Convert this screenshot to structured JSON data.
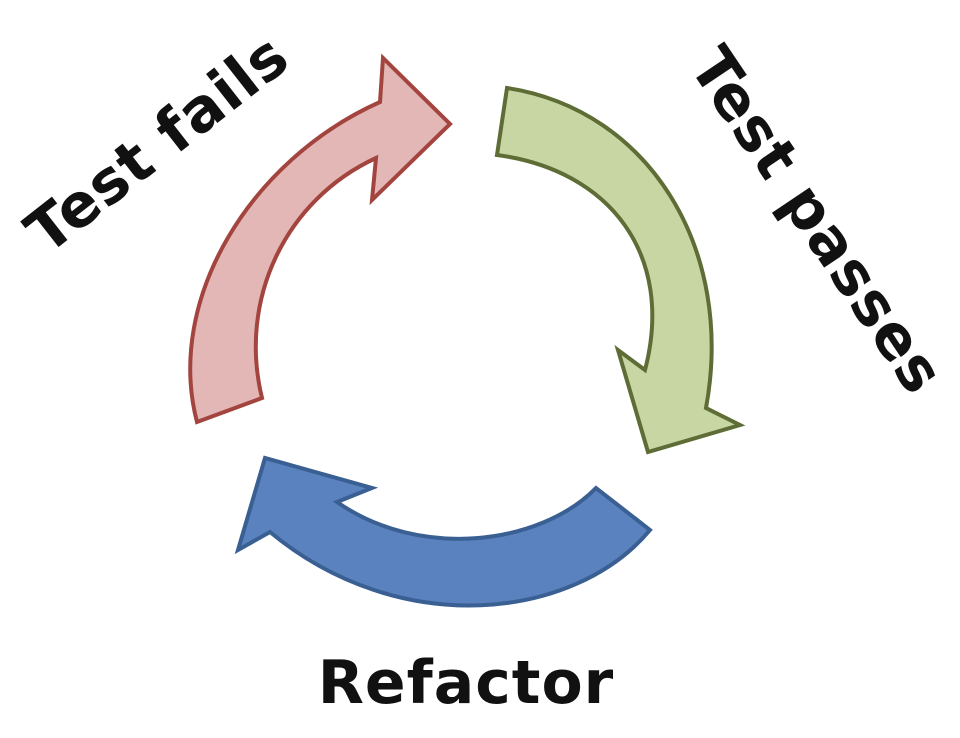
{
  "diagram": {
    "stages": [
      {
        "label": "Test fails",
        "fill": "#e2b7b5",
        "stroke": "#a3443f"
      },
      {
        "label": "Test passes",
        "fill": "#c7d6a2",
        "stroke": "#5e6d36"
      },
      {
        "label": "Refactor",
        "fill": "#5a82bf",
        "stroke": "#3a5f93"
      }
    ]
  }
}
